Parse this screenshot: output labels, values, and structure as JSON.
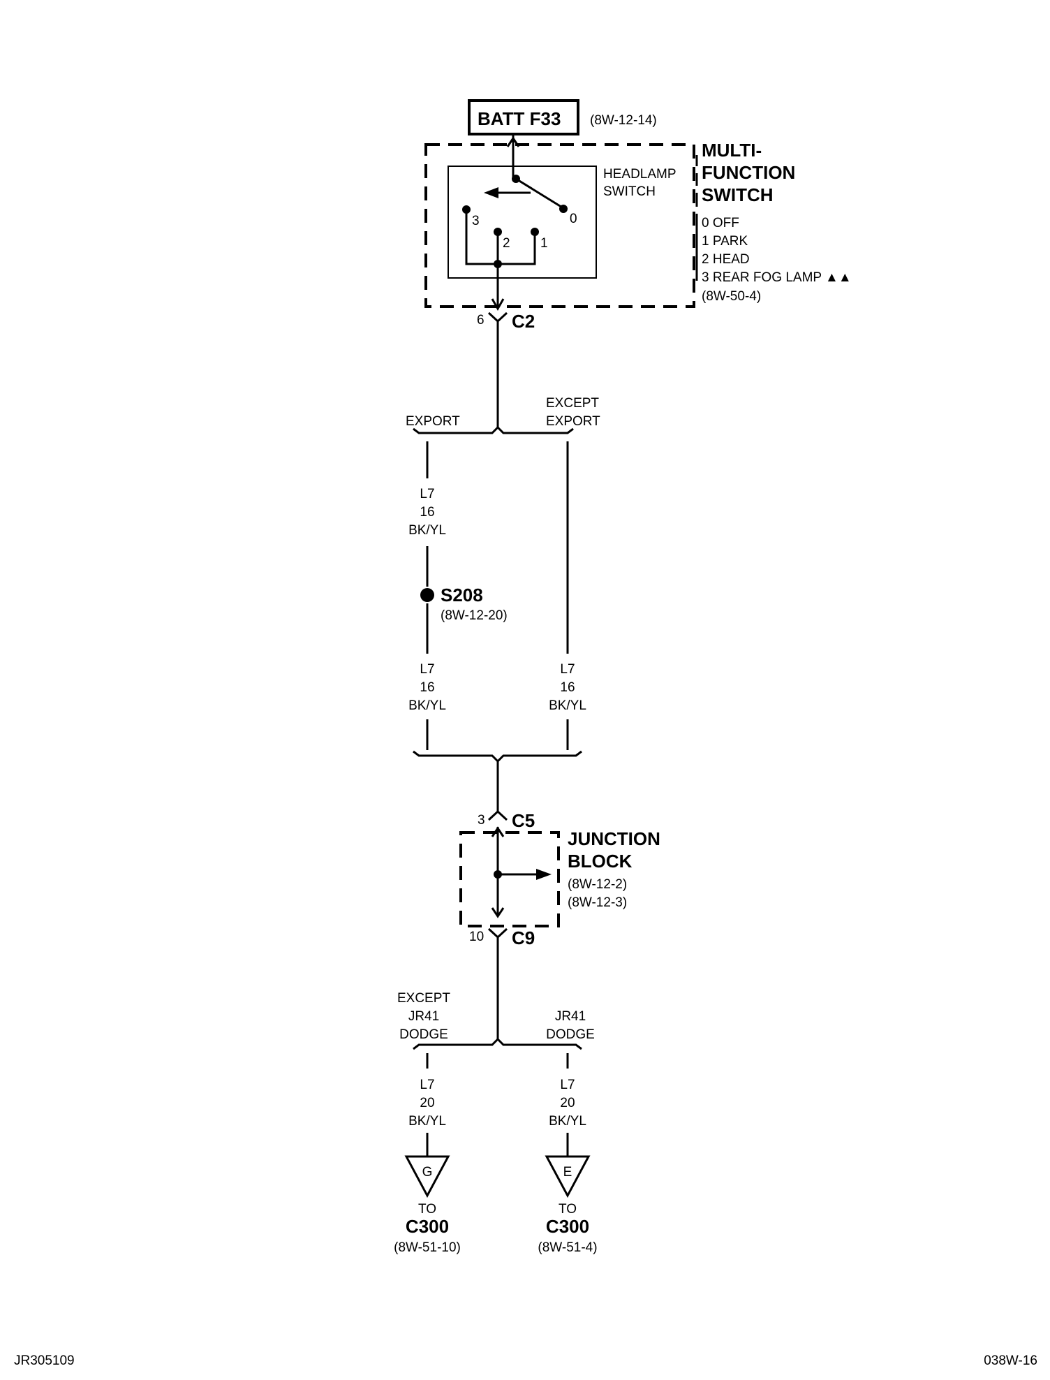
{
  "fuse": {
    "label": "BATT F33",
    "ref": "(8W-12-14)"
  },
  "switch": {
    "inner_label": [
      "HEADLAMP",
      "SWITCH"
    ],
    "title": [
      "MULTI-",
      "FUNCTION",
      "SWITCH"
    ],
    "positions": [
      "0 OFF",
      "1 PARK",
      "2 HEAD",
      "3 REAR FOG LAMP ▲▲"
    ],
    "ref": "(8W-50-4)",
    "terminals": [
      "3",
      "2",
      "1",
      "0"
    ]
  },
  "c2": {
    "pin": "6",
    "label": "C2"
  },
  "branch1": {
    "left": "EXPORT",
    "right": [
      "EXCEPT",
      "EXPORT"
    ]
  },
  "wire_top_left": [
    "L7",
    "16",
    "BK/YL"
  ],
  "splice": {
    "label": "S208",
    "ref": "(8W-12-20)"
  },
  "wire_mid_left": [
    "L7",
    "16",
    "BK/YL"
  ],
  "wire_mid_right": [
    "L7",
    "16",
    "BK/YL"
  ],
  "c5": {
    "pin": "3",
    "label": "C5"
  },
  "junction_block": {
    "title": [
      "JUNCTION",
      "BLOCK"
    ],
    "refs": [
      "(8W-12-2)",
      "(8W-12-3)"
    ]
  },
  "c9": {
    "pin": "10",
    "label": "C9"
  },
  "branch2": {
    "left": [
      "EXCEPT",
      "JR41",
      "DODGE"
    ],
    "right": [
      "JR41",
      "DODGE"
    ]
  },
  "wire_bot_left": [
    "L7",
    "20",
    "BK/YL"
  ],
  "wire_bot_right": [
    "L7",
    "20",
    "BK/YL"
  ],
  "conn_left": {
    "letter": "G",
    "to": "TO",
    "name": "C300",
    "ref": "(8W-51-10)"
  },
  "conn_right": {
    "letter": "E",
    "to": "TO",
    "name": "C300",
    "ref": "(8W-51-4)"
  },
  "footer": {
    "left": "JR305109",
    "right": "038W-16"
  }
}
